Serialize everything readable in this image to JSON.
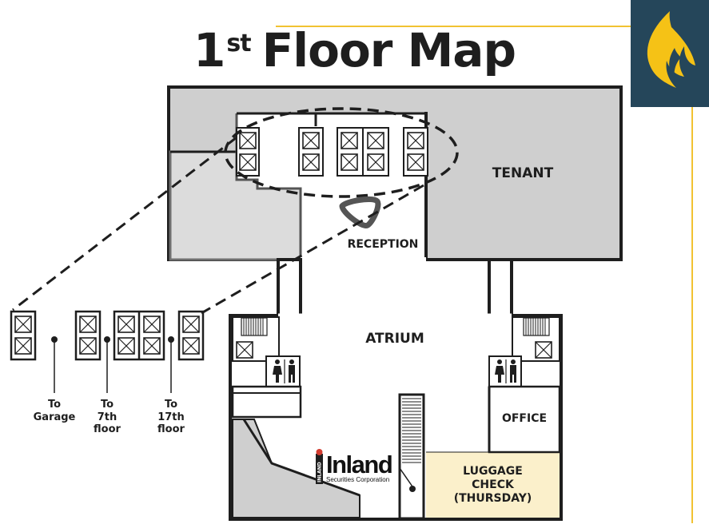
{
  "title": {
    "main": "1",
    "ordinal": "st",
    "rest": "Floor Map"
  },
  "rooms": {
    "tenant": "TENANT",
    "reception": "RECEPTION",
    "atrium": "ATRIUM",
    "office": "OFFICE",
    "luggage": [
      "LUGGAGE",
      "CHECK",
      "(THURSDAY)"
    ]
  },
  "elevators": {
    "garage": [
      "To",
      "Garage"
    ],
    "floor7": [
      "To",
      "7th",
      "floor"
    ],
    "floor17": [
      "To",
      "17th",
      "floor"
    ]
  },
  "sponsor": {
    "name": "Inland",
    "subtitle": "Securities Corporation",
    "vertical_mark": "INLAND"
  },
  "colors": {
    "corner_box": "#25465a",
    "flame": "#f5c216",
    "gold_line": "#f1c232",
    "room_gray": "#cfcfcf",
    "light_gray": "#dcdcdc",
    "luggage_fill": "#fbf0cb",
    "wall": "#1e1e1e"
  }
}
